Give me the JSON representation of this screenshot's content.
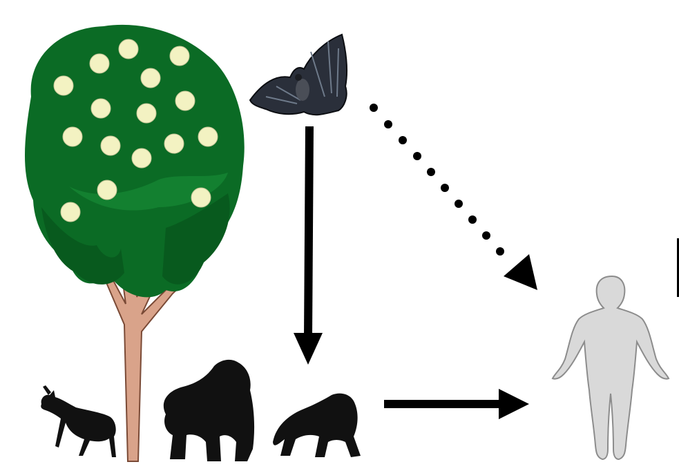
{
  "diagram": {
    "nodes": [
      {
        "id": "fruit-tree",
        "icon": "fruit-tree-icon"
      },
      {
        "id": "bat",
        "icon": "bat-icon"
      },
      {
        "id": "duiker",
        "icon": "antelope-icon"
      },
      {
        "id": "gorilla",
        "icon": "gorilla-icon"
      },
      {
        "id": "chimpanzee",
        "icon": "chimpanzee-icon"
      },
      {
        "id": "human",
        "icon": "human-icon"
      }
    ],
    "edges": [
      {
        "from": "bat",
        "to": "chimpanzee",
        "style": "solid"
      },
      {
        "from": "bat",
        "to": "human",
        "style": "dotted"
      },
      {
        "from": "chimpanzee",
        "to": "human",
        "style": "solid"
      }
    ]
  },
  "colors": {
    "foliage": "#0b6b25",
    "foliage_dark": "#085a1e",
    "fruit": "#f3f2c2",
    "trunk": "#d9a38a",
    "trunk_outline": "#7a4a36",
    "animal": "#111111",
    "human_fill": "#d9d9d9",
    "human_outline": "#8c8c8c",
    "arrow": "#000000"
  }
}
